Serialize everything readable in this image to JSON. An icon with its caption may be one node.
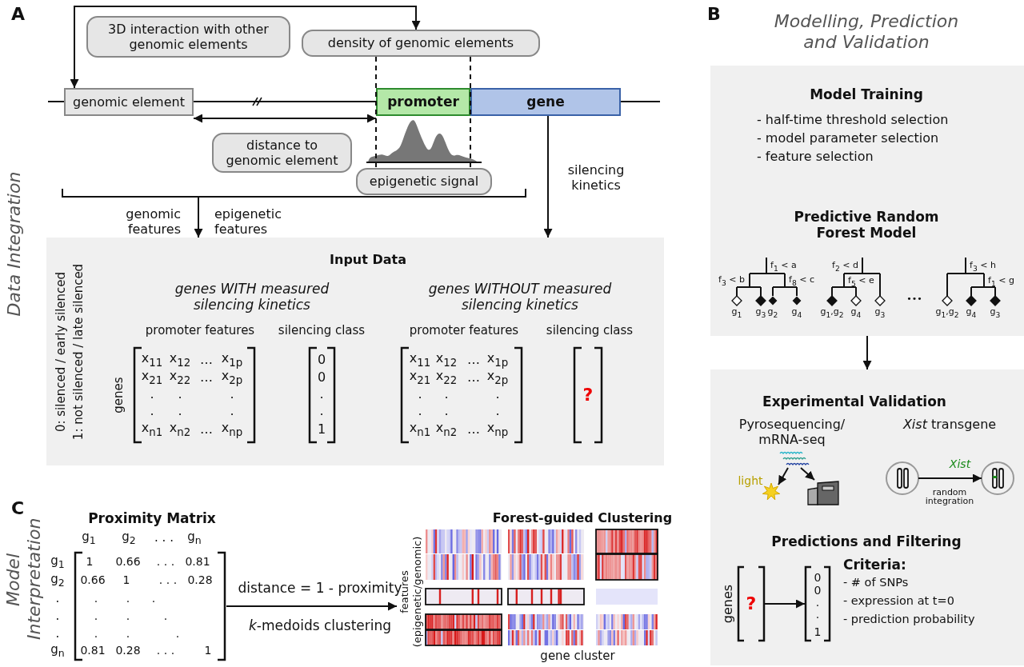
{
  "diagram": {
    "nodes": [
      {
        "text": [
          "3D interaction with other genomic elements"
        ]
      },
      {
        "text": [
          "density of genomic elements"
        ]
      },
      {
        "text": [
          "genomic element"
        ]
      },
      {
        "text": [
          "promoter"
        ]
      },
      {
        "text": [
          "gene"
        ]
      },
      {
        "text": [
          "distance to genomic element"
        ]
      },
      {
        "text": [
          "epigenetic signal"
        ]
      },
      {
        "text": [
          "Input Data"
        ]
      },
      {
        "text": [
          "Model Training",
          "- half-time threshold selection",
          "- model parameter selection",
          "- feature selection",
          "Predictive Random Forest Model"
        ]
      },
      {
        "text": [
          "Experimental Validation",
          "Predictions and Filtering"
        ]
      },
      {
        "text": [],
        "shape": "picture",
        "in": 9
      },
      {
        "text": [],
        "shape": "picture",
        "in": 9,
        "beside": [
          "light"
        ]
      },
      {
        "text": [],
        "shape": "picture",
        "in": 9
      },
      {
        "text": [],
        "shape": "circle",
        "in": 9
      },
      {
        "text": [],
        "shape": "circle",
        "in": 9
      },
      {
        "text": [
          "?"
        ],
        "in": 9
      },
      {
        "text": [
          "0",
          "0",
          ".",
          ".",
          "1"
        ],
        "in": 9
      },
      {
        "text": [
          "Proximity Matrix"
        ]
      },
      {
        "text": [
          "Forest-guided Clustering"
        ],
        "beside": [
          "features (epigenetic/genomic)",
          "gene cluster"
        ]
      }
    ],
    "edges": [
      {
        "from": 2,
        "to": 1,
        "arrow": "both"
      },
      {
        "from": 2,
        "to": 3,
        "arrow": "both"
      },
      {
        "from": 1,
        "to": 6,
        "arrow": "none",
        "style": "dashed"
      },
      {
        "from": 1,
        "to": 6,
        "arrow": "none",
        "style": "dashed"
      },
      {
        "from": null,
        "to": 7,
        "arrow": "to"
      },
      {
        "from": 4,
        "to": 7,
        "arrow": "to",
        "label": "silencing kinetics"
      },
      {
        "from": 8,
        "to": 9,
        "arrow": "to"
      },
      {
        "from": 10,
        "to": 11,
        "arrow": "to"
      },
      {
        "from": 10,
        "to": 12,
        "arrow": "to"
      },
      {
        "from": 13,
        "to": 14,
        "arrow": "to",
        "label": "random integration"
      },
      {
        "from": 15,
        "to": 16,
        "arrow": "to"
      },
      {
        "from": 17,
        "to": 18,
        "arrow": "to",
        "label": "distance = 1 - proximity"
      }
    ],
    "labels": [
      "A",
      "Data Integration",
      "genomic features",
      "epigenetic features",
      "genes WITH measured silencing kinetics",
      "genes WITHOUT measured silencing kinetics",
      "promoter features",
      "silencing class",
      "promoter features",
      "silencing class",
      "0: silenced / early silenced",
      "1: not silenced / late silenced",
      "genes",
      "x$_{11}$",
      "x$_{12}$",
      "…",
      "x$_{1p}$",
      "x$_{21}$",
      "x$_{22}$",
      "…",
      "x$_{2p}$",
      ".",
      ".",
      ".",
      ".",
      ".",
      ".",
      "x$_{n1}$",
      "x$_{n2}$",
      "…",
      "x$_{np}$",
      "0",
      "0",
      ".",
      ".",
      "1",
      "x$_{11}$",
      "x$_{12}$",
      "…",
      "x$_{1p}$",
      "x$_{21}$",
      "x$_{22}$",
      "…",
      "x$_{2p}$",
      ".",
      ".",
      ".",
      ".",
      ".",
      ".",
      "x$_{n1}$",
      "x$_{n2}$",
      "…",
      "x$_{np}$",
      "?",
      "B",
      "Modelling, Prediction and Validation",
      "f$_{1}$ < a",
      "f$_{3}$ < b",
      "f$_{8}$ < c",
      "g$_{1}$",
      "g$_{3}$",
      "g$_{2}$",
      "g$_{4}$",
      "f$_{2}$ < d",
      "f$_{5}$ < e",
      "g$_{1}$,g$_{2}$",
      "g$_{4}$",
      "g$_{3}$",
      "•••",
      "f$_{3}$ < h",
      "f$_{1}$ < g",
      "g$_{1}$,g$_{2}$",
      "g$_{4}$",
      "g$_{3}$",
      "Pyrosequencing/ mRNA-seq",
      "*Xist* transgene",
      "Xist",
      "genes",
      "Criteria:",
      "- # of SNPs",
      "- expression at t=0",
      "- prediction probability",
      "C",
      "Model Interpretation",
      "g$_{1}$",
      "g$_{2}$",
      ". . .",
      "g$_{n}$",
      "g$_{1}$",
      "g$_{2}$",
      ".",
      ".",
      ".",
      "g$_{n}$",
      "1",
      "0.66",
      ". . .",
      "0.81",
      "0.66",
      "1",
      ". . .",
      "0.28",
      ".",
      ".",
      ".",
      ".",
      ".",
      ".",
      ".",
      ".",
      ".",
      "0.81",
      "0.28",
      ". . .",
      "1",
      "*k*-medoids clustering"
    ]
  }
}
